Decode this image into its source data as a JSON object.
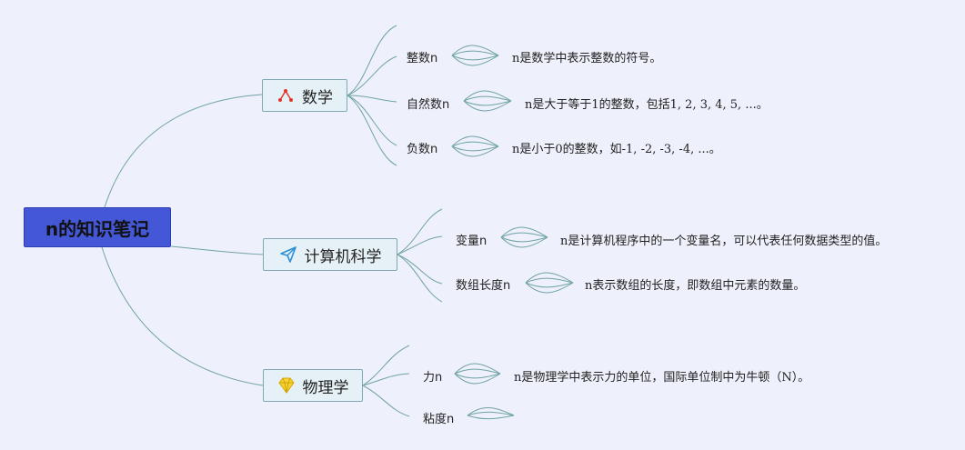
{
  "root": {
    "label": "n的知识笔记"
  },
  "branches": [
    {
      "label": "数学",
      "icon": "molecule-icon",
      "leaves": [
        {
          "label": "整数n",
          "desc": "n是数学中表示整数的符号。"
        },
        {
          "label": "自然数n",
          "desc": "n是大于等于1的整数，包括1, 2, 3, 4, 5, ...。"
        },
        {
          "label": "负数n",
          "desc": "n是小于0的整数，如-1, -2, -3, -4, ...。"
        }
      ]
    },
    {
      "label": "计算机科学",
      "icon": "paper-plane-icon",
      "leaves": [
        {
          "label": "变量n",
          "desc": "n是计算机程序中的一个变量名，可以代表任何数据类型的值。"
        },
        {
          "label": "数组长度n",
          "desc": "n表示数组的长度，即数组中元素的数量。"
        }
      ]
    },
    {
      "label": "物理学",
      "icon": "diamond-icon",
      "leaves": [
        {
          "label": "力n",
          "desc": "n是物理学中表示力的单位，国际单位制中为牛顿（N）。"
        },
        {
          "label": "粘度n",
          "desc": ""
        }
      ]
    }
  ],
  "colors": {
    "background": "#eef0fb",
    "root_fill": "#4457d6",
    "branch_fill": "#e6f1f7",
    "branch_border": "#7fa8b0",
    "line": "#6fa3a6"
  }
}
